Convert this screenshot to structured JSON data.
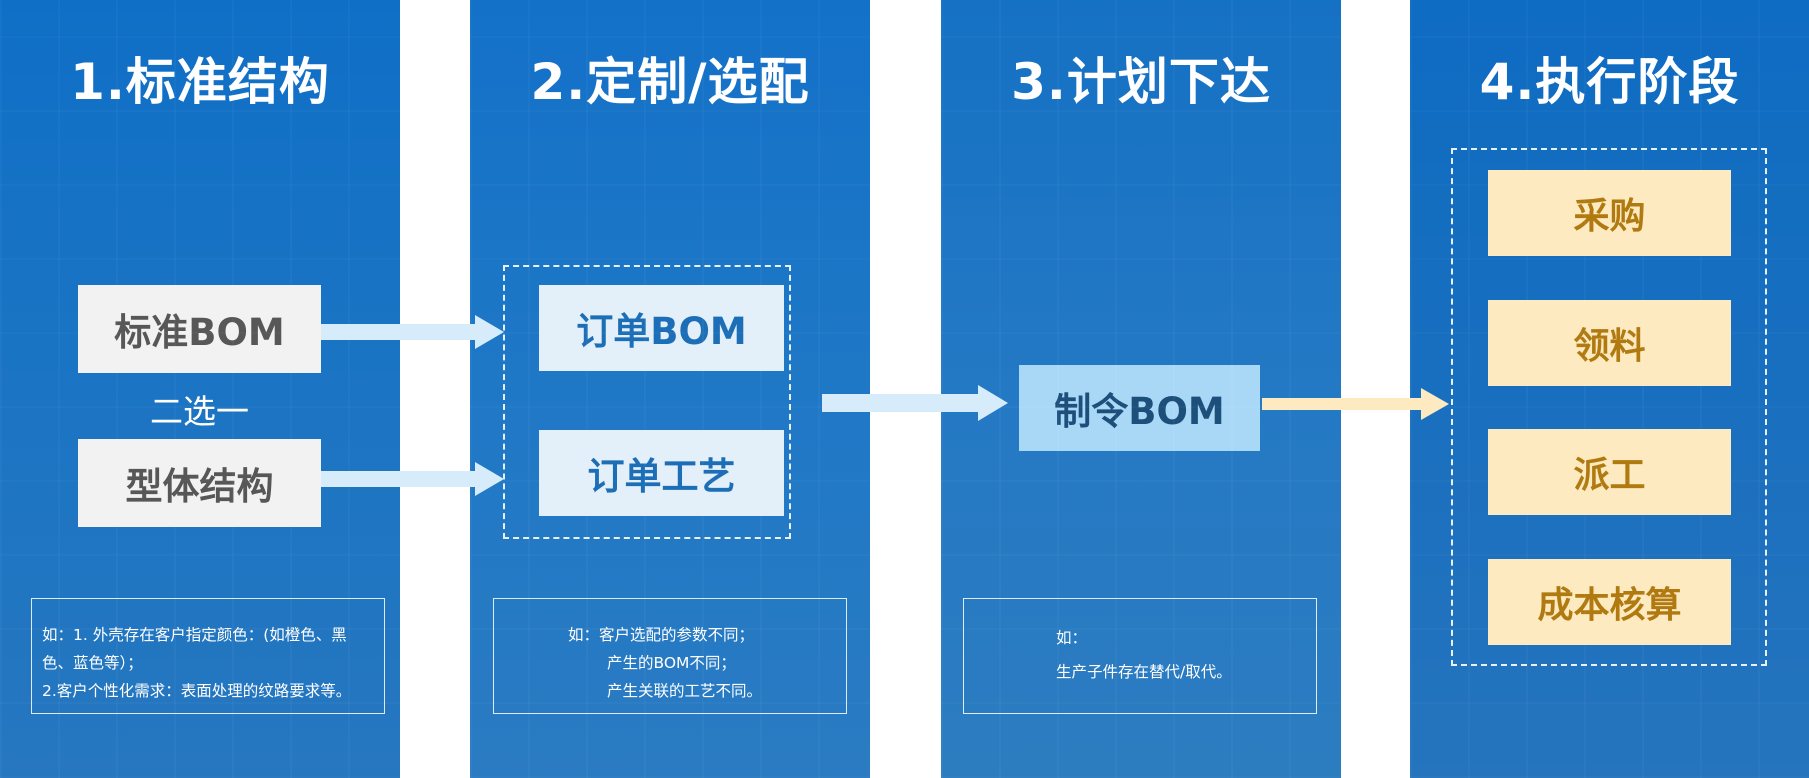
{
  "stages": [
    {
      "title": "1.标准结构"
    },
    {
      "title": "2.定制/选配"
    },
    {
      "title": "3.计划下达"
    },
    {
      "title": "4.执行阶段"
    }
  ],
  "stage1": {
    "standard_bom": "标准BOM",
    "or_label": "二选一",
    "type_structure": "型体结构",
    "note_lines": [
      "如：1. 外壳存在客户指定颜色：(如橙色、黑",
      "色、蓝色等）；",
      "2.客户个性化需求：表面处理的纹路要求等。"
    ]
  },
  "stage2": {
    "order_bom": "订单BOM",
    "order_process": "订单工艺",
    "note_lines": [
      "如：客户选配的参数不同；",
      "产生的BOM不同；",
      "产生关联的工艺不同。"
    ]
  },
  "stage3": {
    "mo_bom": "制令BOM",
    "note_lines": [
      "如：",
      "生产子件存在替代/取代。"
    ]
  },
  "stage4": {
    "items": [
      "采购",
      "领料",
      "派工",
      "成本核算"
    ]
  },
  "colors": {
    "arrow_light": "#d6ecfb",
    "arrow_cream": "#fdeac0",
    "item_text": "#b07a10"
  }
}
